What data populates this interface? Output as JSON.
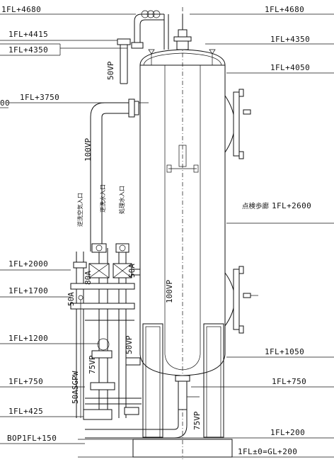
{
  "levels": {
    "l4680_left": "1FL+4680",
    "l4680_right": "1FL+4680",
    "l4415": "1FL+4415",
    "l4350_left": "1FL+4350",
    "l4350_right": "1FL+4350",
    "l4050": "1FL+4050",
    "l3750_partial": "00",
    "l3750": "1FL+3750",
    "l2600": "1FL+2600",
    "l2000": "1FL+2000",
    "l1700": "1FL+1700",
    "l1200": "1FL+1200",
    "l1050": "1FL+1050",
    "l750_left": "1FL+750",
    "l750_right": "1FL+750",
    "l425": "1FL+425",
    "l200": "1FL+200",
    "lbop": "BOP1FL+150",
    "lgl": "1FL±0=GL+200"
  },
  "pipes": {
    "p50vp_top": "50VP",
    "p100vp_left": "100VP",
    "p80a": "80A",
    "p50a_mid": "50A",
    "p50a_left": "50A",
    "p100vp_tank": "100VP",
    "p50vp_low": "50VP",
    "p75vp_left": "75VP",
    "p50asgpw": "50ASGPW",
    "p75vp_bottom": "75VP"
  },
  "annotations": {
    "air_inlet": "逆洗空気入口",
    "backwash_inlet": "逆洗水入口",
    "treated_inlet": "処理水入口",
    "inspection_walkway": "点検歩廊"
  }
}
